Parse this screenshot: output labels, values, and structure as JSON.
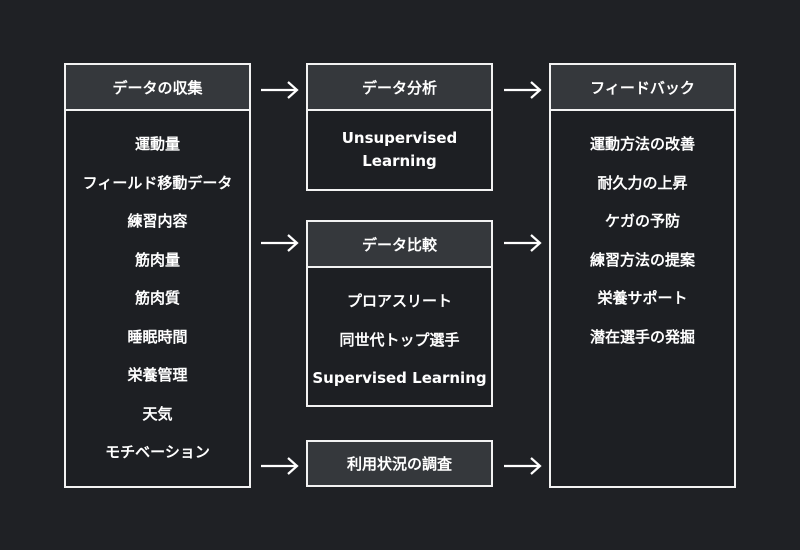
{
  "collection": {
    "title": "データの収集",
    "items": [
      "運動量",
      "フィールド移動データ",
      "練習内容",
      "筋肉量",
      "筋肉質",
      "睡眠時間",
      "栄養管理",
      "天気",
      "モチベーション"
    ]
  },
  "analysis": {
    "title": "データ分析",
    "body": "Unsupervised Learning"
  },
  "comparison": {
    "title": "データ比較",
    "items": [
      "プロアスリート",
      "同世代トップ選手",
      "Supervised Learning"
    ]
  },
  "usage": {
    "title": "利用状況の調査"
  },
  "feedback": {
    "title": "フィードバック",
    "items": [
      "運動方法の改善",
      "耐久力の上昇",
      "ケガの予防",
      "練習方法の提案",
      "栄養サポート",
      "潜在選手の発掘"
    ]
  }
}
